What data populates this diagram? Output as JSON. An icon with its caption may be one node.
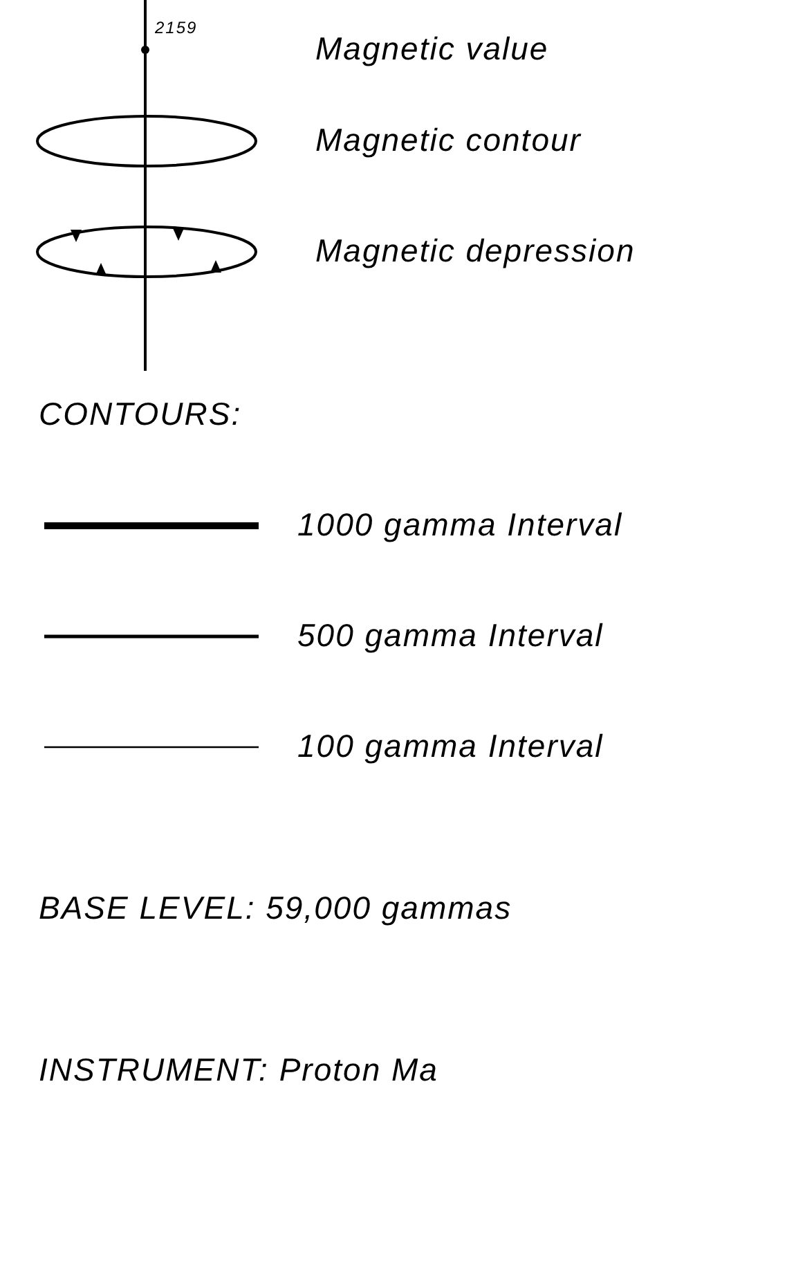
{
  "diagram": {
    "labels": [
      "2159",
      "CONTOURS:",
      "BASE LEVEL: 59,000 gammas",
      "INSTRUMENT: Proton Ma"
    ],
    "legend": [
      {
        "text": "Magnetic value"
      },
      {
        "text": "Magnetic contour"
      },
      {
        "text": "Magnetic depression"
      },
      {
        "text": "1000 gamma Interval"
      },
      {
        "text": "500 gamma Interval"
      },
      {
        "text": "100 gamma Interval"
      }
    ]
  }
}
